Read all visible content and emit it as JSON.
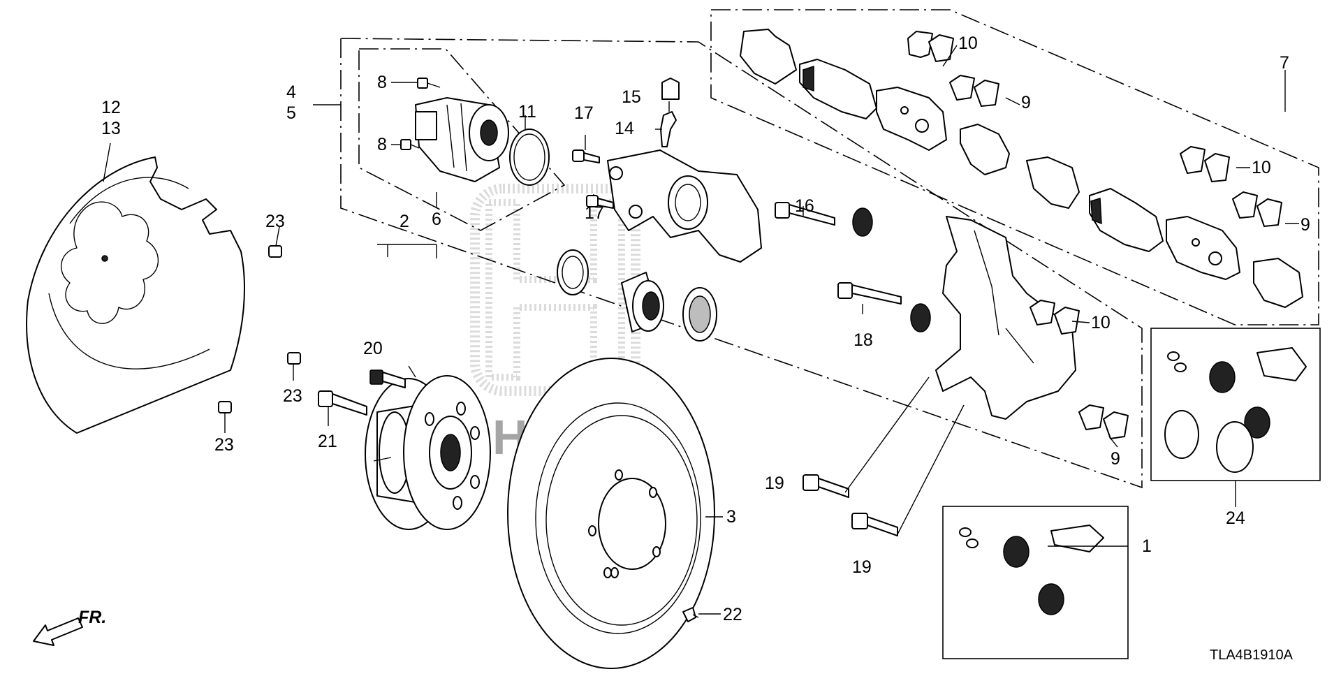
{
  "diagram": {
    "drawing_code": "TLA4B1910A",
    "direction_label": "FR.",
    "callouts": {
      "c1": "1",
      "c2": "2",
      "c3": "3",
      "c4": "4",
      "c5": "5",
      "c6": "6",
      "c7": "7",
      "c8a": "8",
      "c8b": "8",
      "c9a": "9",
      "c9b": "9",
      "c9c": "9",
      "c10a": "10",
      "c10b": "10",
      "c10c": "10",
      "c11": "11",
      "c12": "12",
      "c13": "13",
      "c14": "14",
      "c15": "15",
      "c16": "16",
      "c17a": "17",
      "c17b": "17",
      "c18": "18",
      "c19a": "19",
      "c19b": "19",
      "c20": "20",
      "c21": "21",
      "c22": "22",
      "c23a": "23",
      "c23b": "23",
      "c23c": "23",
      "c24": "24"
    }
  }
}
